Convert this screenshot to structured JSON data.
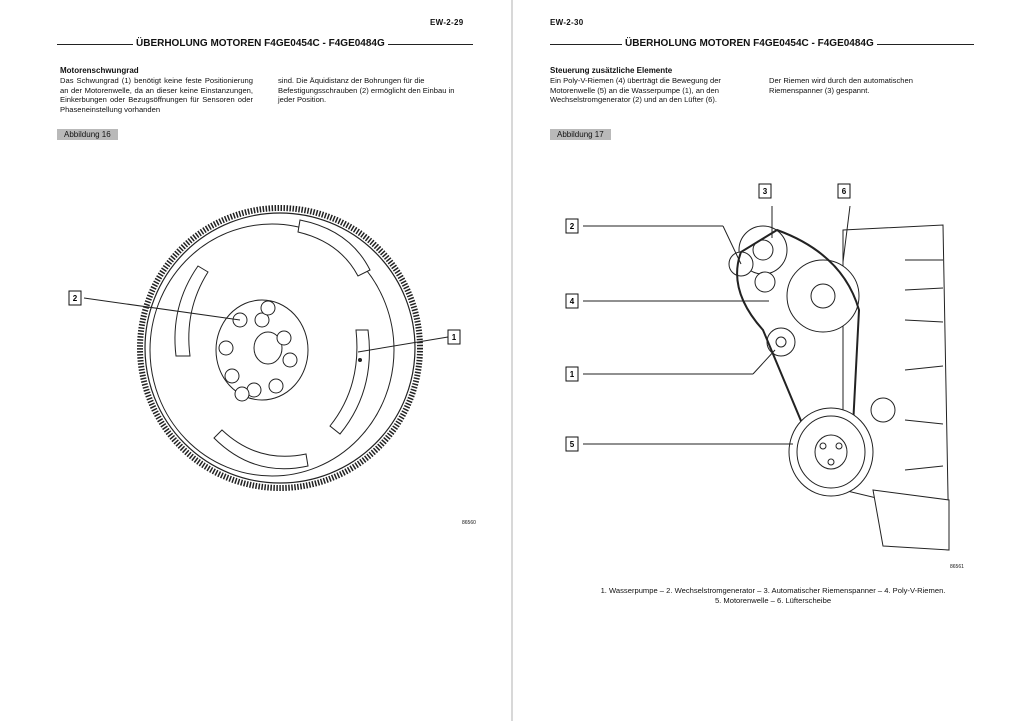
{
  "left_page": {
    "page_number": "EW-2-29",
    "header_title": "ÜBERHOLUNG MOTOREN F4GE0454C - F4GE0484G",
    "section_title": "Motorenschwungrad",
    "paragraph_col1": "Das Schwungrad (1) benötigt keine feste Positionierung an der Motorenwelle, da an dieser keine Einstanzungen, Einkerbungen oder Bezugsöffnungen für Sensoren oder Phaseneinstellung vorhanden",
    "paragraph_col2": "sind. Die Äquidistanz der Bohrungen für die Befestigungsschrauben (2) ermöglicht den Einbau in jeder Position.",
    "figure_label": "Abbildung 16",
    "figure_code": "86560",
    "callouts": [
      "2",
      "1"
    ]
  },
  "right_page": {
    "page_number": "EW-2-30",
    "header_title": "ÜBERHOLUNG MOTOREN F4GE0454C - F4GE0484G",
    "section_title": "Steuerung zusätzliche Elemente",
    "paragraph_col1": "Ein Poly-V-Riemen (4) überträgt die Bewegung der Motorenwelle (5) an die Wasserpumpe (1), an den Wechselstromgenerator (2) und an den Lüfter (6).",
    "paragraph_col2": "Der Riemen wird durch den automatischen Riemenspanner (3) gespannt.",
    "figure_label": "Abbildung 17",
    "figure_code": "86561",
    "callouts": [
      "3",
      "6",
      "2",
      "4",
      "1",
      "5"
    ],
    "caption_line1": "1. Wasserpumpe – 2. Wechselstromgenerator – 3. Automatischer Riemenspanner – 4. Poly-V-Riemen.",
    "caption_line2": "5. Motorenwelle – 6. Lüfterscheibe"
  }
}
